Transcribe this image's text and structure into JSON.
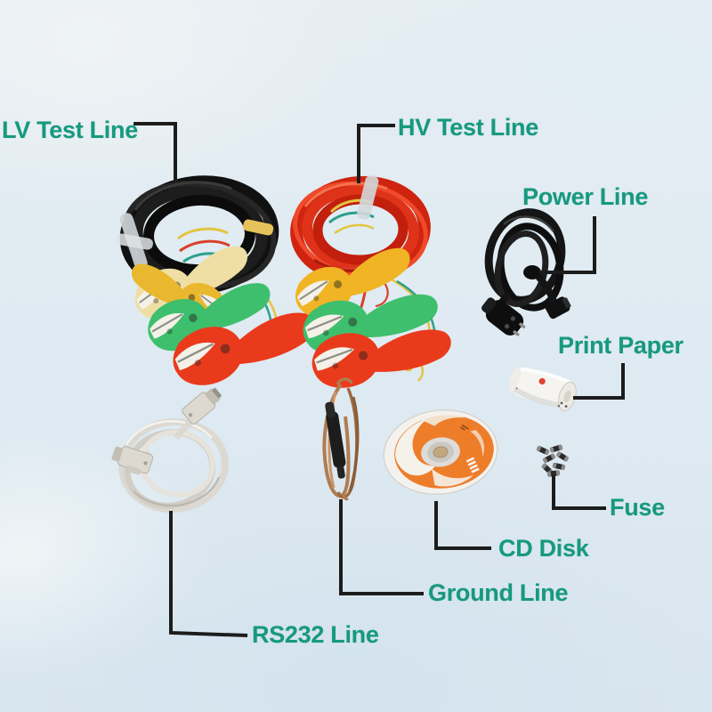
{
  "labels": {
    "lv_test_line": "LV Test Line",
    "hv_test_line": "HV Test Line",
    "power_line": "Power Line",
    "print_paper": "Print Paper",
    "fuse": "Fuse",
    "cd_disk": "CD Disk",
    "ground_line": "Ground Line",
    "rs232_line": "RS232 Line"
  },
  "colors": {
    "label_text": "#17997f",
    "callout_line": "#1c1c1c",
    "background_sky": "#e0ebf2",
    "lv_cable_black": "#141414",
    "hv_cable_red": "#d62c12",
    "clamp_yellow": "#f0b425",
    "clamp_green": "#3ebf6d",
    "clamp_red": "#ea3a1c",
    "power_cord_black": "#121212",
    "print_paper_white": "#f6f4f0",
    "cd_label_orange": "#ee7d2a",
    "ground_wire_copper": "#b07c50",
    "rs232_cable_gray": "#dcd9d2"
  }
}
